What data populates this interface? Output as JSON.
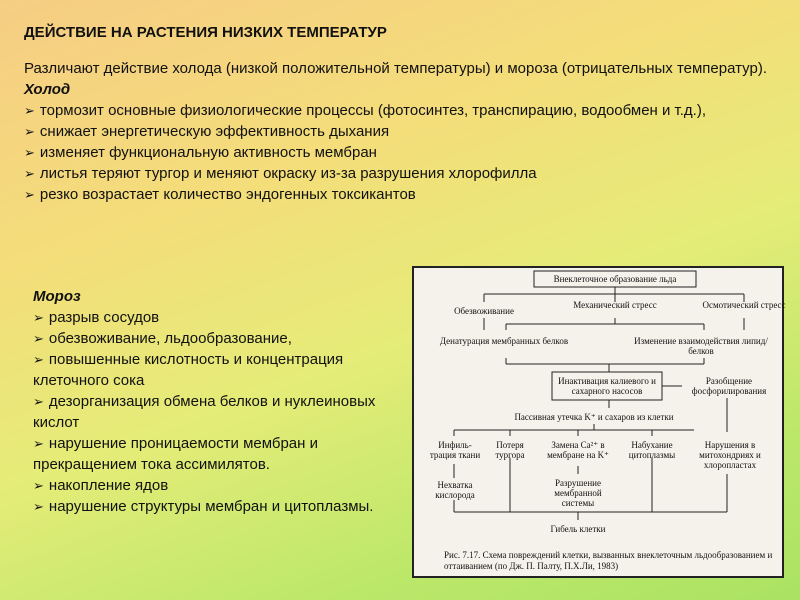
{
  "title": "ДЕЙСТВИЕ НА РАСТЕНИЯ НИЗКИХ ТЕМПЕРАТУР",
  "intro": "Различают действие холода (низкой положительной температуры) и мороза (отрицательных температур).",
  "cold": {
    "heading": "Холод",
    "items": [
      "тормозит основные физиологические процессы (фотосинтез, транспирацию, водообмен и т.д.),",
      "снижает энергетическую эффективность дыхания",
      "изменяет функциональную активность мембран",
      "листья теряют тургор и меняют окраску из-за разрушения хлорофилла",
      "резко возрастает количество эндогенных токсикантов"
    ]
  },
  "frost": {
    "heading": "Мороз",
    "items": [
      "разрыв сосудов",
      "обезвоживание, льдообразование,",
      "повышенные кислотность и концентрация клеточного сока",
      "дезорганизация обмена белков и нуклеиновых кислот",
      "нарушение проницаемости мембран и прекращением тока ассимилятов.",
      "накопление ядов",
      "нарушение структуры мембран и цитоплазмы."
    ]
  },
  "diagram": {
    "nodes": {
      "ice": "Внеклеточное образование льда",
      "dehydration": "Обезвоживание",
      "mech_stress": "Механический стресс",
      "osm_stress": "Осмотический стресс",
      "denat": "Денатурация мембранных белков",
      "lipid": "Изменение взаимодействия липид/белков",
      "inact": "Инактивация калиевого и сахарного насосов",
      "uncoupling": "Разобщение фосфорилирования",
      "leak": "Пассивная утечка K⁺ и сахаров из клетки",
      "infil": "Инфиль-трация ткани",
      "turgor": "Потеря тургора",
      "ca": "Замена Ca²⁺ в мембране на K⁺",
      "swelling": "Набухание цитоплазмы",
      "mito": "Нарушения в митохондриях и хлоропластах",
      "oxygen": "Нехватка кислорода",
      "membrane": "Разрушение мембранной системы",
      "death": "Гибель клетки"
    },
    "caption": "Рис. 7.17. Схема повреждений клетки, вызванных внеклеточным льдообразованием и оттаиванием (по Дж. П. Палту, П.Х.Ли, 1983)"
  }
}
